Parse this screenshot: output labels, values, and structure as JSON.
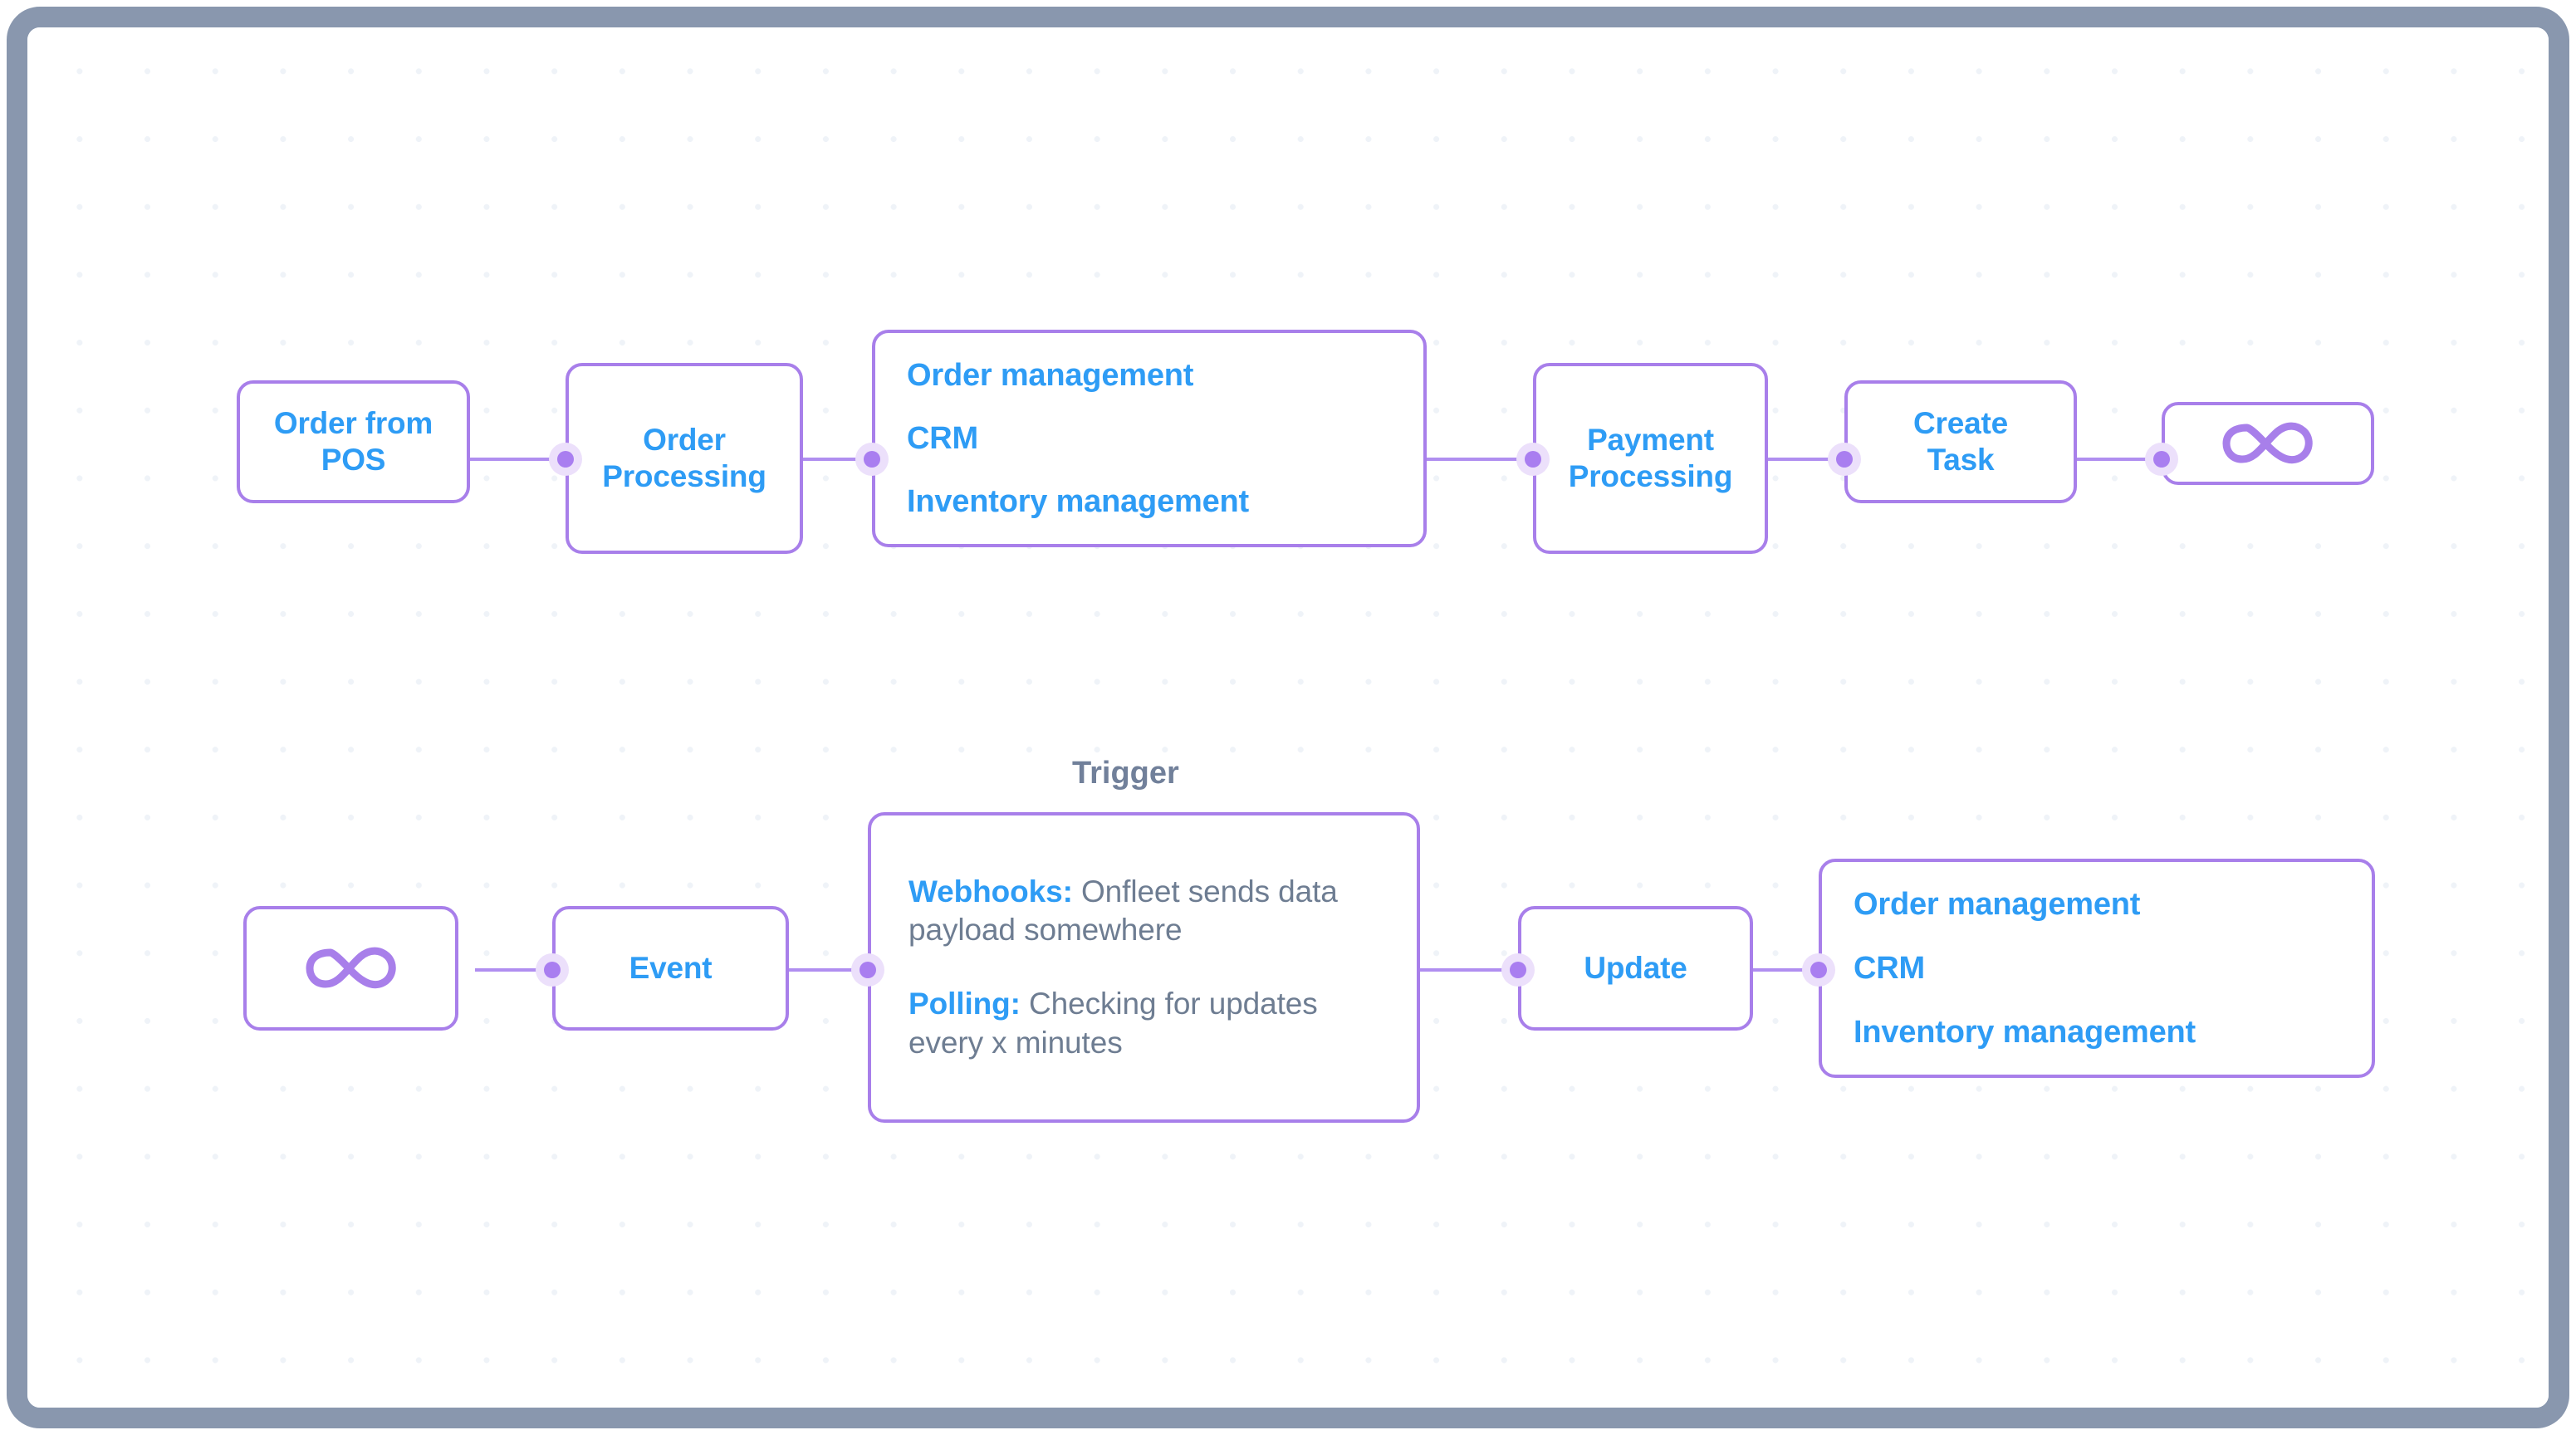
{
  "frame": {
    "border_color": "#8997ae",
    "canvas_dot_color": "#eff3f8"
  },
  "theme": {
    "accent_purple": "#a87fea",
    "line_purple": "#b08ef0",
    "dot_purple": "#a97ef0",
    "dot_halo": "#ece0fb",
    "label_blue": "#2e9cf5",
    "body_gray": "#6e7d92",
    "caption_gray": "#71809a"
  },
  "flows": {
    "top": {
      "nodes": [
        {
          "id": "order-from-pos",
          "label_lines": [
            "Order from",
            "POS"
          ]
        },
        {
          "id": "order-processing",
          "label_lines": [
            "Order",
            "Processing"
          ]
        },
        {
          "id": "systems-top",
          "items": [
            "Order management",
            "CRM",
            "Inventory management"
          ]
        },
        {
          "id": "payment-processing",
          "label_lines": [
            "Payment",
            "Processing"
          ]
        },
        {
          "id": "create-task",
          "label_lines": [
            "Create",
            "Task"
          ]
        },
        {
          "id": "onfleet-logo-top",
          "icon": "infinity-icon"
        }
      ]
    },
    "bottom": {
      "caption": "Trigger",
      "nodes": [
        {
          "id": "onfleet-logo-bottom",
          "icon": "infinity-icon"
        },
        {
          "id": "event",
          "label_lines": [
            "Event"
          ]
        },
        {
          "id": "trigger-details",
          "paragraphs": [
            {
              "bold": "Webhooks:",
              "text": " Onfleet sends data payload somewhere"
            },
            {
              "bold": "Polling:",
              "text": " Checking for updates every x minutes"
            }
          ]
        },
        {
          "id": "update",
          "label_lines": [
            "Update"
          ]
        },
        {
          "id": "systems-bottom",
          "items": [
            "Order management",
            "CRM",
            "Inventory management"
          ]
        }
      ]
    }
  }
}
